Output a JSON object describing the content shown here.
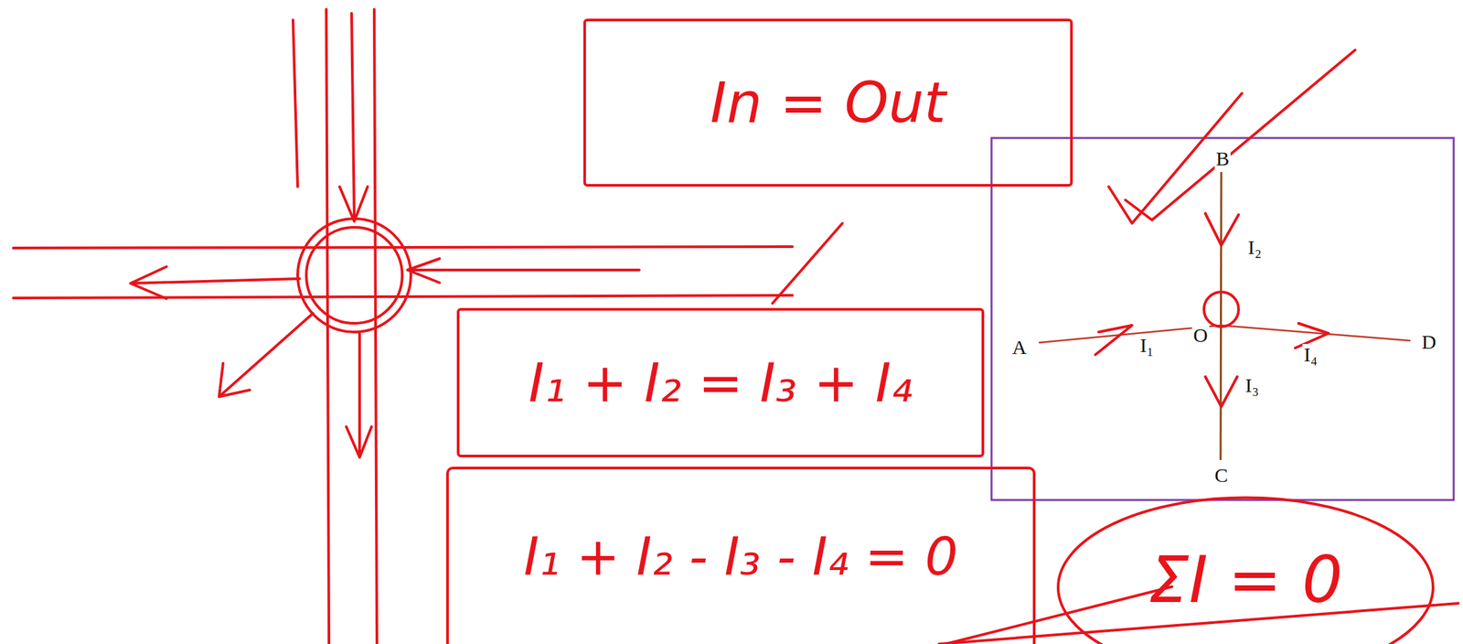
{
  "diagram": {
    "nodes": [
      {
        "text": [
          "In = Out"
        ]
      },
      {
        "text": [
          "I₁ + I₂ = I₃ + I₄"
        ]
      },
      {
        "text": [
          "I₁ + I₂ - I₃ - I₄ = 0"
        ]
      },
      {
        "text": [
          "ΣI = 0"
        ]
      }
    ],
    "labels": [
      "B",
      "I₂",
      "A",
      "I₁",
      "O",
      "I₄",
      "D",
      "I₃",
      "C"
    ]
  }
}
